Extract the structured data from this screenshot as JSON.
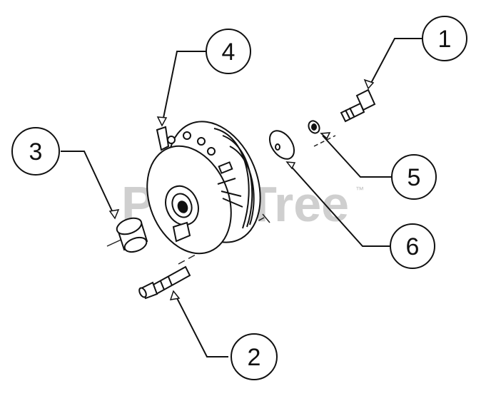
{
  "watermark": {
    "text": "PartsTree",
    "trademark": "™"
  },
  "callouts": [
    {
      "id": "1",
      "label": "1"
    },
    {
      "id": "2",
      "label": "2"
    },
    {
      "id": "3",
      "label": "3"
    },
    {
      "id": "4",
      "label": "4"
    },
    {
      "id": "5",
      "label": "5"
    },
    {
      "id": "6",
      "label": "6"
    }
  ],
  "parts": [
    "bolt",
    "shaft",
    "spacer",
    "clutch",
    "lock-washer",
    "flat-washer"
  ]
}
